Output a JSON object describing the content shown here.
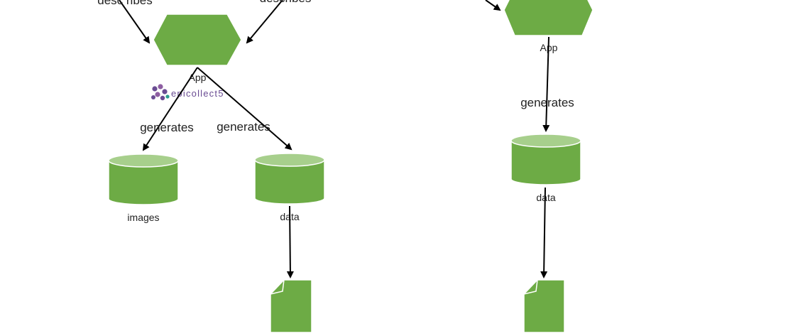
{
  "diagram": {
    "colors": {
      "node_fill": "#6dab45",
      "node_stroke": "#ffffff",
      "cylinder_top": "#a7cf8c",
      "arrow": "#000000",
      "text": "#222222",
      "logo_purple": "#6a4c93",
      "logo_teal": "#2a9d8f"
    },
    "left": {
      "edge_label_describes_left": "desc ribes",
      "edge_label_describes_right": "describes",
      "app_label": "App",
      "edge_label_generates_images": "generates",
      "edge_label_generates_data": "generates",
      "images_label": "images",
      "data_label": "data"
    },
    "logo": {
      "text": "epicollect5",
      "icon": "epicollect-logo-icon"
    },
    "right": {
      "app_label": "App",
      "edge_label_generates": "generates",
      "data_label": "data"
    },
    "icons": {
      "app_shape": "hexagon-icon",
      "store_shape": "cylinder-icon",
      "file_shape": "document-icon"
    }
  }
}
